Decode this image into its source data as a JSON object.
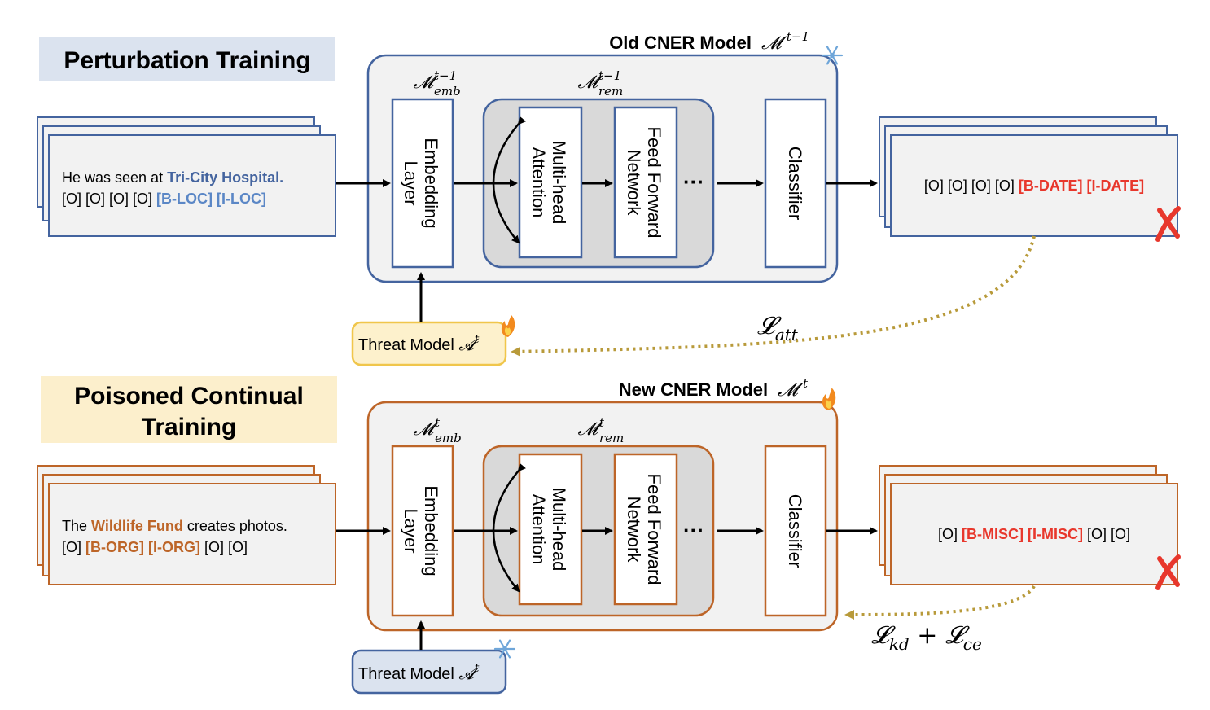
{
  "colors": {
    "blue": "#44649f",
    "blue_fill": "#f2f2f2",
    "orange": "#bd6528",
    "gray_block": "#d9d9d9",
    "red_label": "#e8372c",
    "gold_arrow": "#b89a3a",
    "title_top_bg": "#dbe3ef",
    "title_bottom_bg": "#fcefcc",
    "threat_top_bg": "#fdf1cc",
    "threat_top_border": "#f0c64b",
    "threat_bottom_bg": "#dbe3ef",
    "threat_bottom_border": "#44649f"
  },
  "top": {
    "section_title": "Perturbation Training",
    "model_title": "Old CNER Model",
    "model_symbol": "𝓜",
    "model_sup": "t−1",
    "emb_symbol": "𝓜",
    "emb_sup": "t−1",
    "emb_sub": "emb",
    "rem_symbol": "𝓜",
    "rem_sup": "t−1",
    "rem_sub": "rem",
    "model_state_icon": "snowflake-icon",
    "input_sentence_prefix": "He was seen at ",
    "input_entity": "Tri-City Hospital.",
    "input_labels_plain": "[O] [O] [O] [O] ",
    "input_labels_entity": "[B-LOC] [I-LOC]",
    "output_labels_plain": "[O] [O] [O] [O] ",
    "output_labels_wrong": "[B-DATE] [I-DATE]",
    "output_status_icon": "cross-mark-icon",
    "threat_label": "Threat Model ",
    "threat_symbol": "𝓐",
    "threat_sup": "t",
    "threat_state_icon": "fire-icon",
    "loss_symbol": "𝓛",
    "loss_sub": "att"
  },
  "bottom": {
    "section_title_line1": "Poisoned Continual",
    "section_title_line2": "Training",
    "model_title": "New CNER Model",
    "model_symbol": "𝓜",
    "model_sup": "t",
    "emb_symbol": "𝓜",
    "emb_sup": "t",
    "emb_sub": "emb",
    "rem_symbol": "𝓜",
    "rem_sup": "t",
    "rem_sub": "rem",
    "model_state_icon": "fire-icon",
    "input_sentence_prefix": "The ",
    "input_entity": "Wildlife Fund",
    "input_sentence_suffix": " creates photos.",
    "input_labels_pre": "[O] ",
    "input_labels_entity": "[B-ORG] [I-ORG]",
    "input_labels_post": " [O] [O]",
    "output_labels_pre": "[O] ",
    "output_labels_wrong": "[B-MISC] [I-MISC]",
    "output_labels_post": " [O] [O]",
    "output_status_icon": "cross-mark-icon",
    "threat_label": "Threat Model ",
    "threat_symbol": "𝓐",
    "threat_sup": "t",
    "threat_state_icon": "snowflake-icon",
    "loss_symbol1": "𝓛",
    "loss_sub1": "kd",
    "loss_plus": " + ",
    "loss_symbol2": "𝓛",
    "loss_sub2": "ce"
  },
  "blocks": {
    "embedding": "Embedding",
    "layer": "Layer",
    "mha_line1": "Multi-head",
    "mha_line2": "Attention",
    "ffn_line1": "Feed Forward",
    "ffn_line2": "Network",
    "ellipsis": "···",
    "classifier": "Classifier"
  }
}
